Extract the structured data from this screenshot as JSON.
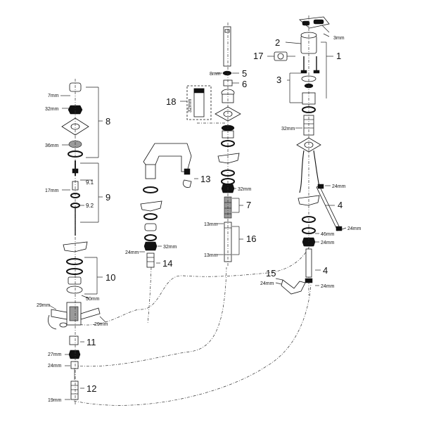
{
  "callouts": {
    "c1": "1",
    "c2": "2",
    "c3": "3",
    "c4a": "4",
    "c4b": "4",
    "c5": "5",
    "c6": "6",
    "c7": "7",
    "c8": "8",
    "c9": "9",
    "c9_1": "9.1",
    "c9_2": "9.2",
    "c10": "10",
    "c11": "11",
    "c12": "12",
    "c13": "13",
    "c14": "14",
    "c15": "15",
    "c16": "16",
    "c17": "17",
    "c18": "18"
  },
  "dims": {
    "d3mm": "3mm",
    "d7mm": "7mm",
    "d32mm_a": "32mm",
    "d36mm": "36mm",
    "d17mm": "17mm",
    "d50mm": "50mm",
    "d29mm_a": "29mm",
    "d29mm_b": "29mm",
    "d27mm": "27mm",
    "d24mm_a": "24mm",
    "d19mm": "19mm",
    "d24mm_b": "24mm",
    "d32mm_b": "32mm",
    "d32mm_c": "32mm",
    "d8mm": "8mm",
    "d32mm_d": "32mm",
    "d13mm_a": "13mm",
    "d13mm_b": "13mm",
    "d32mm_e": "32mm",
    "d24mm_c": "24mm",
    "d24mm_d": "24mm",
    "d46mm": "46mm",
    "d24mm_e": "24mm",
    "d24mm_f": "24mm",
    "d24mm_g": "24mm"
  }
}
